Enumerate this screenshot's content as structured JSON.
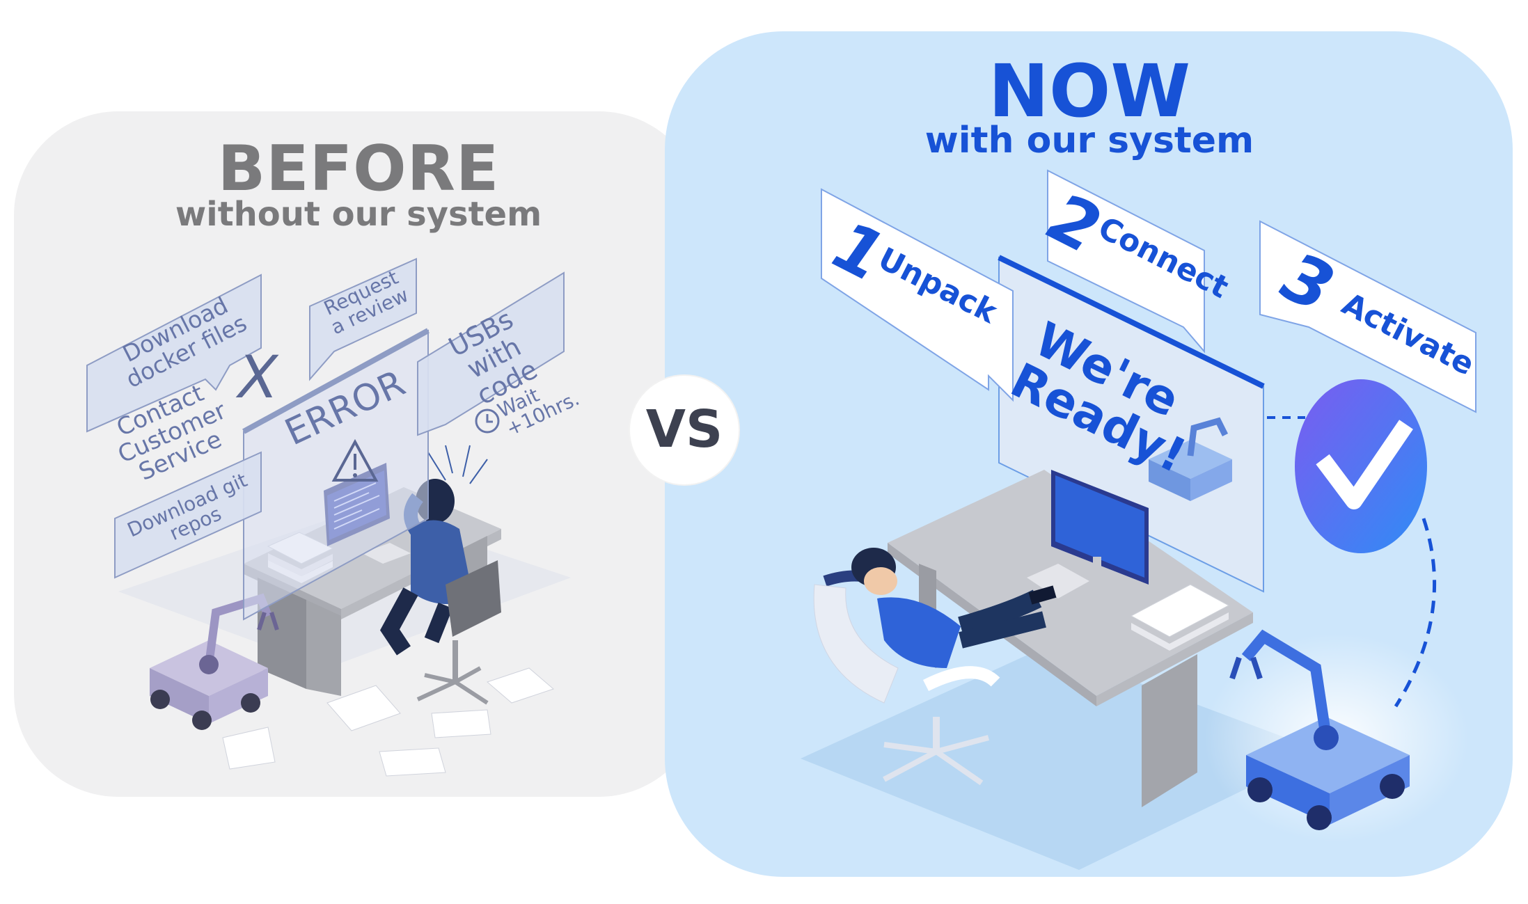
{
  "before": {
    "title": "BEFORE",
    "subtitle": "without our system",
    "bubbles": {
      "download_docker": "Download\ndocker files",
      "request_review": "Request\na review",
      "usbs": "USBs with\ncode",
      "contact": "Contact\nCustomer\nService",
      "git": "Download git repos",
      "wait": "Wait +10hrs.",
      "error": "ERROR",
      "x_mark": "X"
    }
  },
  "vs": "VS",
  "now": {
    "title": "NOW",
    "subtitle": "with our system",
    "steps": [
      {
        "num": "1",
        "label": "Unpack"
      },
      {
        "num": "2",
        "label": "Connect"
      },
      {
        "num": "3",
        "label": "Activate"
      }
    ],
    "screen_text": "We're\nReady!"
  },
  "colors": {
    "accent": "#1752d6",
    "before_text": "#7a7a7c",
    "before_bg": "#f0f0f1",
    "now_bg": "#cde6fb",
    "bubble_text": "#6776a8"
  }
}
